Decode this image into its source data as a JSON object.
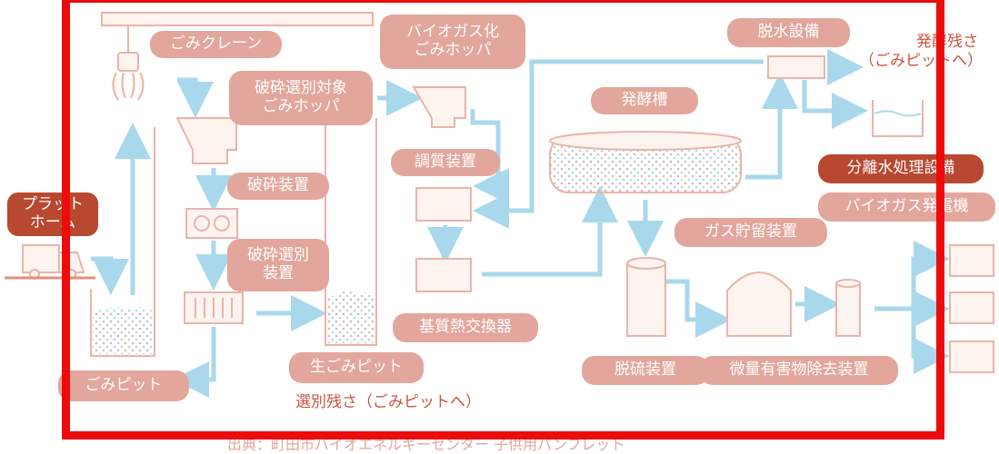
{
  "labels": {
    "garbage_crane": "ごみクレーン",
    "biogas_hopper_1": "バイオガス化",
    "biogas_hopper_2": "ごみホッパ",
    "crush_sort_hopper_1": "破砕選別対象",
    "crush_sort_hopper_2": "ごみホッパ",
    "crusher": "破砕装置",
    "crush_sorter_1": "破砕選別",
    "crush_sorter_2": "装置",
    "conditioner": "調質装置",
    "fermentation_tank": "発酵槽",
    "dehydration": "脱水設備",
    "fermentation_residue_1": "発酵残さ",
    "fermentation_residue_2": "（ごみピットへ）",
    "separated_water": "分離水処理設備",
    "biogas_generator": "バイオガス発電機",
    "gas_storage": "ガス貯留装置",
    "substrate_hx": "基質熱交換器",
    "raw_garbage_pit": "生ごみピット",
    "sorting_residue": "選別残さ（ごみピットへ）",
    "desulfurization": "脱硫装置",
    "trace_removal": "微量有害物除去装置",
    "garbage_pit": "ごみピット",
    "platform_1": "プラット",
    "platform_2": "ホーム",
    "source_caption": "出典：町田市バイオエネルギーセンター 子供用パンフレット"
  },
  "colors": {
    "pill": "#e3a69c",
    "pill_dark": "#b8482f",
    "equipment_stroke": "#e8b4aa",
    "arrow": "#a9d8ec",
    "frame": "#ee0b0b",
    "residue_text": "#c9563f",
    "caption_text": "#e3a69c"
  }
}
